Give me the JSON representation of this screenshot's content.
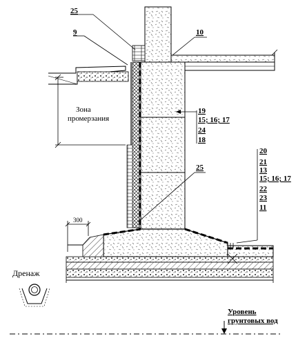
{
  "labels": {
    "top_25": "25",
    "top_9": "9",
    "top_10": "10",
    "freeze_zone_line1": "Зона",
    "freeze_zone_line2": "промерзания",
    "stack_upper": [
      "19",
      "15; 16; 17",
      "24",
      "18"
    ],
    "mid_25": "25",
    "stack_right": [
      "20",
      "21",
      "13",
      "15; 16; 17",
      "22",
      "23",
      "11"
    ],
    "dim_300": "300",
    "drainage": "Дренаж",
    "groundwater_line1": "Уровень",
    "groundwater_line2": "грунтовых вод"
  },
  "colors": {
    "line": "#000000",
    "background": "#ffffff"
  }
}
